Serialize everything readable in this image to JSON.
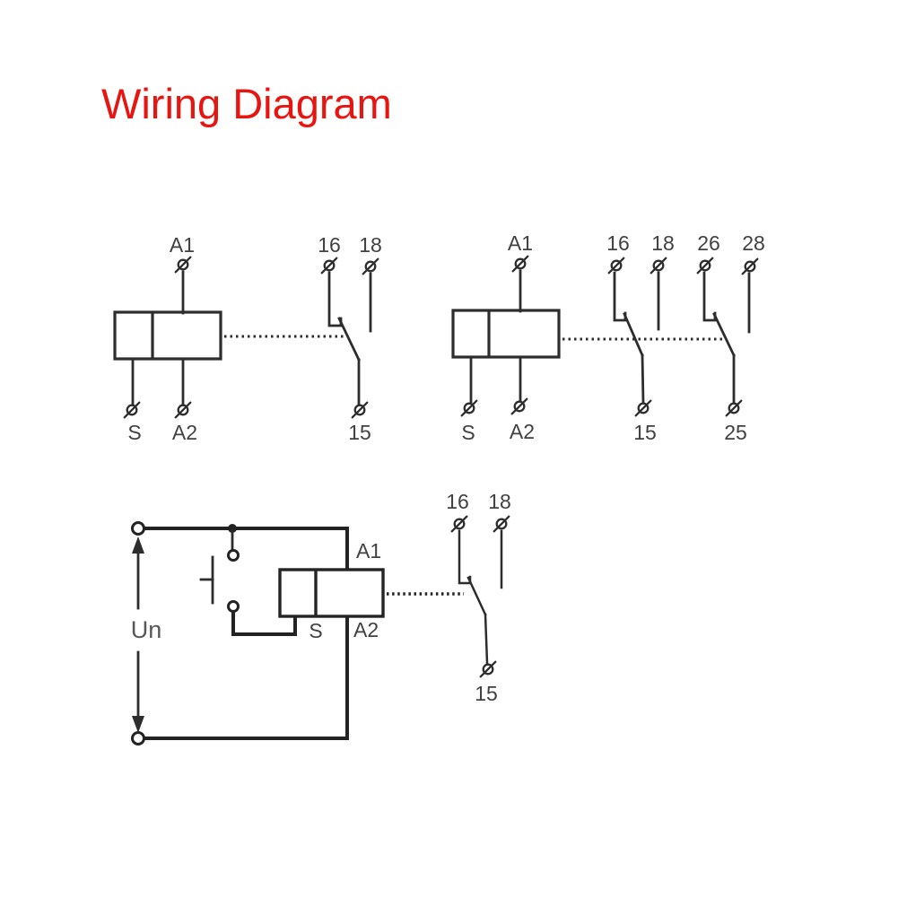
{
  "title": {
    "text": "Wiring Diagram"
  },
  "colors": {
    "title": "#e81410",
    "line": "#2d2d2d",
    "label": "#414141",
    "background": "#ffffff"
  },
  "diagrams": {
    "relay_1co": {
      "coil": {
        "top": "A1",
        "bottom_left": "S",
        "bottom_right": "A2"
      },
      "contact": {
        "nc": "16",
        "no": "18",
        "common": "15"
      }
    },
    "relay_2co": {
      "coil": {
        "top": "A1",
        "bottom_left": "S",
        "bottom_right": "A2"
      },
      "contact_1": {
        "nc": "16",
        "no": "18",
        "common": "15"
      },
      "contact_2": {
        "nc": "26",
        "no": "28",
        "common": "25"
      }
    },
    "supply_circuit": {
      "supply": "Un",
      "coil": {
        "top": "A1",
        "bottom_left": "S",
        "bottom_right": "A2"
      },
      "contact": {
        "nc": "16",
        "no": "18",
        "common": "15"
      }
    }
  }
}
